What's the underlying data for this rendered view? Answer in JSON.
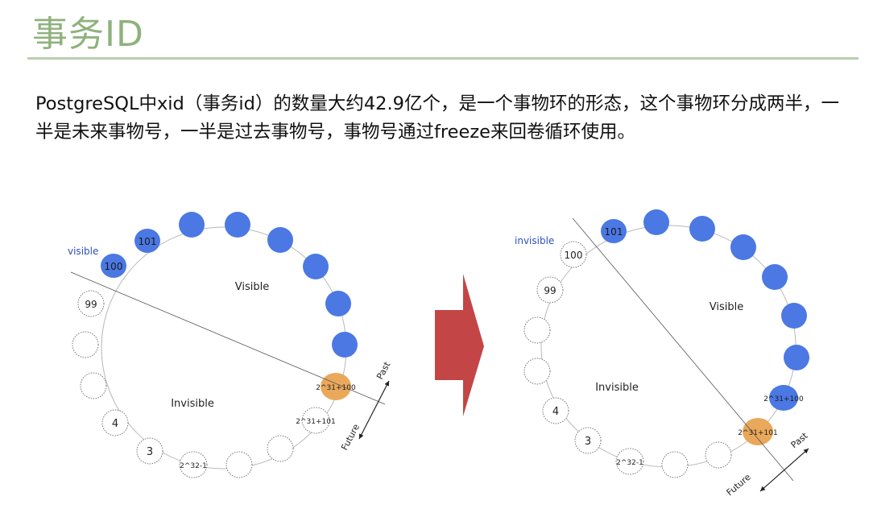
{
  "slide": {
    "title": "事务ID",
    "description": "PostgreSQL中xid（事务id）的数量大约42.9亿个，是一个事物环的形态，这个事物环分成两半，一半是未来事物号，一半是过去事物号，事物号通过freeze来回卷循环使用。"
  },
  "colors": {
    "title": "#8fb27c",
    "visible_node": "#4b78e3",
    "boundary_node": "#eaa85a",
    "arrow": "#c44545"
  },
  "left_ring": {
    "label_visible_outer": "visible",
    "label_visible_area": "Visible",
    "label_invisible_area": "Invisible",
    "nodes": {
      "n101": "101",
      "n100": "100",
      "n99": "99",
      "n4": "4",
      "n3": "3",
      "n_wrap": "2^32-1",
      "n_current": "2^31+100",
      "n_next": "2^31+101"
    },
    "axis": {
      "past": "Past",
      "future": "Future"
    }
  },
  "right_ring": {
    "label_invisible_outer": "invisible",
    "label_visible_area": "Visible",
    "label_invisible_area": "Invisible",
    "nodes": {
      "n101": "101",
      "n100": "100",
      "n99": "99",
      "n4": "4",
      "n3": "3",
      "n_wrap": "2^32-1",
      "n_prev": "2^31+100",
      "n_current": "2^31+101"
    },
    "axis": {
      "past": "Past",
      "future": "Future"
    }
  }
}
